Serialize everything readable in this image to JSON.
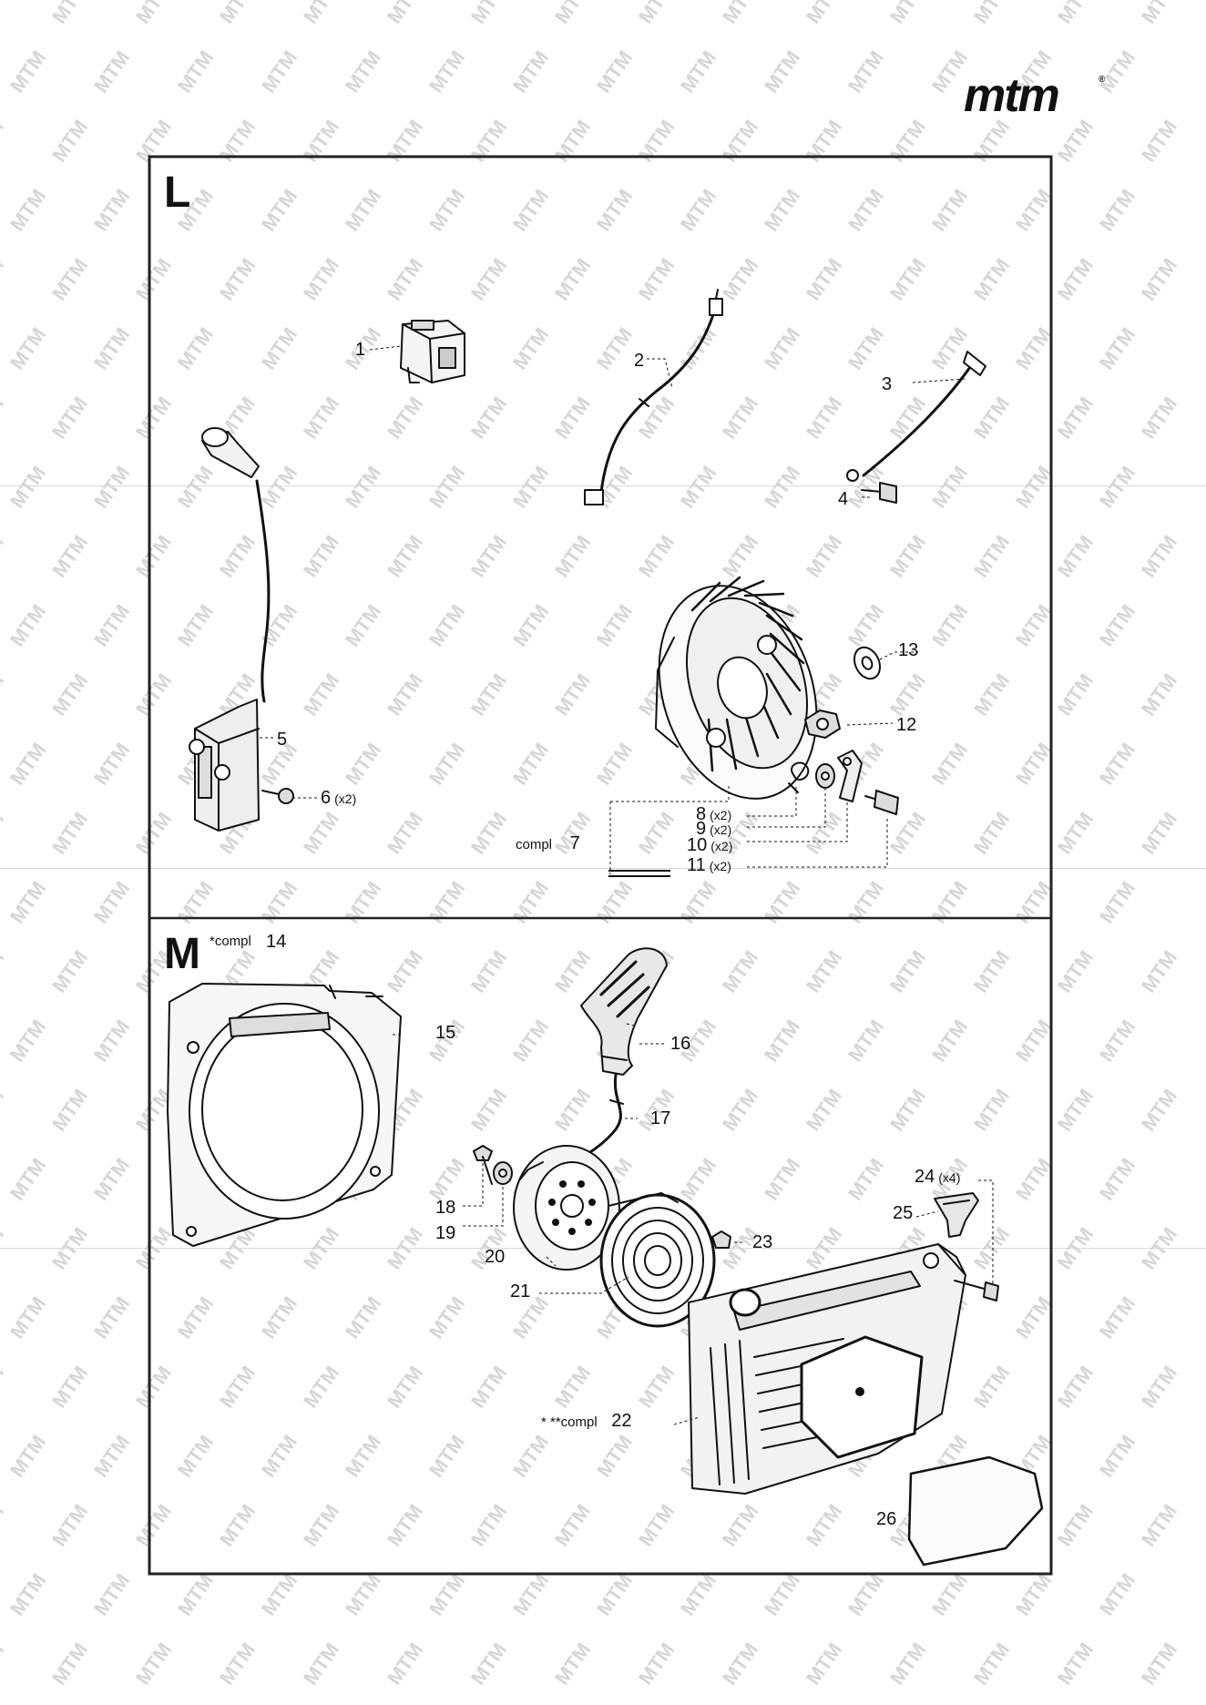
{
  "watermark_text": "MTM",
  "logo": {
    "text": "mtm",
    "registered": "®"
  },
  "panels": [
    {
      "id": "L",
      "label": "L"
    },
    {
      "id": "M",
      "label": "M",
      "kit_note": "*compl",
      "kit_number": "14"
    }
  ],
  "labels": {
    "p1": "1",
    "p2": "2",
    "p3": "3",
    "p4": "4",
    "p5": "5",
    "p6": "6",
    "p6_qty": "(x2)",
    "p7_prefix": "compl",
    "p7": "7",
    "p8": "8",
    "p8_qty": "(x2)",
    "p9": "9",
    "p9_qty": "(x2)",
    "p10": "10",
    "p10_qty": "(x2)",
    "p11": "11",
    "p11_qty": "(x2)",
    "p12": "12",
    "p13": "13",
    "p15": "15",
    "p16": "16",
    "p17": "17",
    "p18": "18",
    "p19": "19",
    "p20": "20",
    "p21": "21",
    "p22_prefix": "* **compl",
    "p22": "22",
    "p23": "23",
    "p24": "24",
    "p24_qty": "(x4)",
    "p25": "25",
    "p26": "26"
  }
}
